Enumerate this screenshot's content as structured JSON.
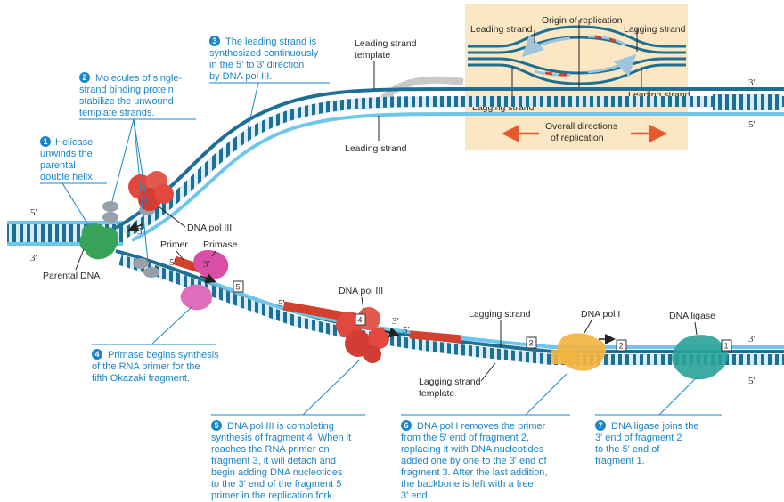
{
  "colors": {
    "text_blue": "#1a86c8",
    "strand_dark": "#1d6f93",
    "strand_rung": "#d8edf8",
    "backbone_light": "#6fc6ec",
    "rna_primer": "#d3402e",
    "inset_bg": "#fbe7c3",
    "pol3": "#e2483d",
    "primase": "#d94fa8",
    "helicase": "#3aa35a",
    "pol1": "#f2b440",
    "ligase": "#2aa39a"
  },
  "steps": [
    {
      "num": "1",
      "lines": [
        "Helicase",
        "unwinds the",
        "parental",
        "double helix."
      ]
    },
    {
      "num": "2",
      "lines": [
        "Molecules of single-",
        "strand binding protein",
        "stabilize the unwound",
        "template strands."
      ]
    },
    {
      "num": "3",
      "lines": [
        "The leading strand is",
        "synthesized continuously",
        "in the 5′ to 3′ direction",
        "by DNA pol III."
      ]
    },
    {
      "num": "4",
      "lines": [
        "Primase begins synthesis",
        "of the RNA primer for the",
        "fifth Okazaki fragment."
      ]
    },
    {
      "num": "5",
      "lines": [
        "DNA pol III is completing",
        "synthesis of fragment 4. When it",
        "reaches the RNA primer on",
        "fragment 3, it will detach and",
        "begin adding DNA nucleotides",
        "to the 3′ end of the fragment 5",
        "primer in the replication fork."
      ]
    },
    {
      "num": "6",
      "lines": [
        "DNA pol I removes the primer",
        "from the 5′ end of fragment 2,",
        "replacing it with DNA nucleotides",
        "added one by one to the 3′ end of",
        "fragment 3. After the last addition,",
        "the backbone is left with a free",
        "3′ end."
      ]
    },
    {
      "num": "7",
      "lines": [
        "DNA ligase joins the",
        "3′ end of fragment 2",
        "to the 5′ end of",
        "fragment 1."
      ]
    }
  ],
  "labels": {
    "leading_strand_template": [
      "Leading strand",
      "template"
    ],
    "leading_strand": "Leading strand",
    "dna_pol_iii_top": "DNA pol III",
    "primer": "Primer",
    "primase": "Primase",
    "parental_dna": "Parental DNA",
    "dna_pol_iii_mid": "DNA pol III",
    "lagging_strand": "Lagging strand",
    "lagging_strand_template": [
      "Lagging strand",
      "template"
    ],
    "dna_pol_i": "DNA pol I",
    "dna_ligase": "DNA ligase"
  },
  "fragments": [
    "5",
    "4",
    "3",
    "2",
    "1"
  ],
  "ends": {
    "five_prime": "5′",
    "three_prime": "3′"
  },
  "inset": {
    "origin": "Origin of replication",
    "leading_strand_tl": "Leading strand",
    "lagging_strand_tr": "Lagging strand",
    "lagging_strand_bl": "Lagging strand",
    "leading_strand_br": "Leading strand",
    "overall": [
      "Overall directions",
      "of replication"
    ]
  }
}
